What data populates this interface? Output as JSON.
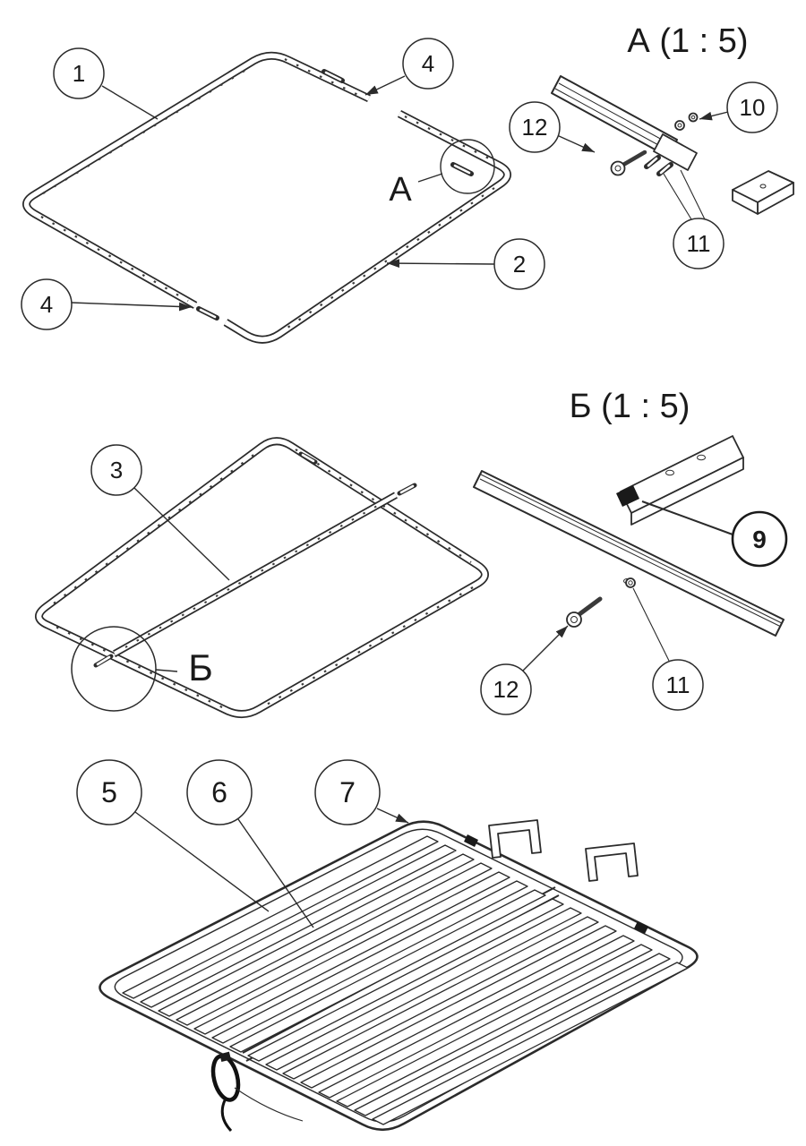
{
  "sections": {
    "step1": {
      "detail_marker": "А",
      "balloons": {
        "side_rail_top": "1",
        "side_rail_bottom": "2",
        "pin_top": "4",
        "pin_bottom": "4"
      }
    },
    "detail_a": {
      "title": "А (1 : 5)",
      "balloons": {
        "screw": "12",
        "nut": "10",
        "washer": "11"
      }
    },
    "step2": {
      "detail_marker": "Б",
      "balloons": {
        "center_rail": "3"
      }
    },
    "detail_b": {
      "title": "Б (1 : 5)",
      "balloons": {
        "bracket": "9",
        "screw": "12",
        "washer": "11"
      }
    },
    "step3": {
      "balloons": {
        "slat": "5",
        "slat_holder": "6",
        "base_frame": "7"
      }
    }
  }
}
